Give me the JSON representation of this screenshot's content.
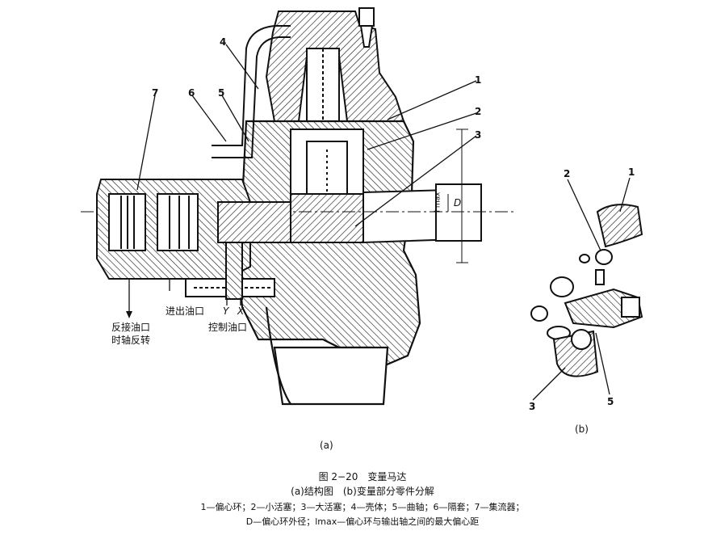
{
  "figure_a": {
    "part_numbers": [
      "1",
      "2",
      "3",
      "4",
      "5",
      "6",
      "7"
    ],
    "labels": {
      "reverse_port": "反接油口",
      "reverse_rotation": "时轴反转",
      "in_out_port": "进出油口",
      "control_port": "控制油口",
      "port_y": "Y",
      "port_x": "X",
      "dim_lmax": "l max",
      "dim_d": "D"
    },
    "sublabel": "(a)"
  },
  "figure_b": {
    "part_numbers": [
      "1",
      "2",
      "3",
      "5"
    ],
    "sublabel": "(b)"
  },
  "caption": {
    "title": "图 2−20　变量马达",
    "subtitle": "(a)结构图　(b)变量部分零件分解",
    "legend_line1": "1—偏心环；2—小活塞；3—大活塞；4—壳体；5—曲轴；6—隔套；7—集流器；",
    "legend_line2": "D—偏心环外径；lmax—偏心环与输出轴之间的最大偏心距"
  }
}
